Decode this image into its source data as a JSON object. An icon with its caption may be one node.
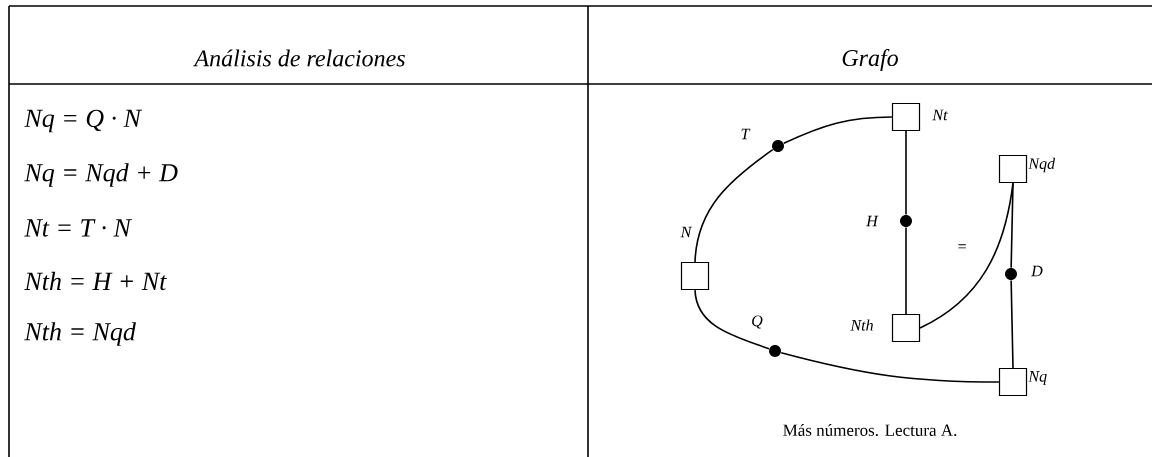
{
  "diagram": {
    "caption": "Más números. Lectura A.",
    "nodes": [
      {
        "text": [],
        "shape": "box",
        "beside": [
          "Nt"
        ]
      },
      {
        "text": [],
        "shape": "circle",
        "beside": [
          "T"
        ]
      },
      {
        "text": [],
        "shape": "box",
        "beside": [
          "Nqd"
        ]
      },
      {
        "text": [],
        "shape": "circle",
        "beside": [
          "H"
        ]
      },
      {
        "text": [],
        "shape": "box",
        "beside": [
          "N"
        ]
      },
      {
        "text": [],
        "shape": "circle",
        "beside": [
          "D"
        ]
      },
      {
        "text": [],
        "shape": "circle",
        "beside": [
          "Q"
        ]
      },
      {
        "text": [],
        "shape": "box",
        "beside": [
          "Nth"
        ]
      },
      {
        "text": [],
        "shape": "box",
        "beside": [
          "Nq"
        ]
      }
    ],
    "edges": [
      {
        "from": 4,
        "to": 1,
        "arrow": "none"
      },
      {
        "from": 1,
        "to": 0,
        "arrow": "none"
      },
      {
        "from": 0,
        "to": 3,
        "arrow": "none"
      },
      {
        "from": 3,
        "to": 7,
        "arrow": "none"
      },
      {
        "from": 4,
        "to": 6,
        "arrow": "none"
      },
      {
        "from": 6,
        "to": 8,
        "arrow": "none"
      },
      {
        "from": 2,
        "to": 5,
        "arrow": "none"
      },
      {
        "from": 5,
        "to": 8,
        "arrow": "none"
      },
      {
        "from": 7,
        "to": 2,
        "arrow": "none",
        "label": "="
      }
    ],
    "labels": [
      "Análisis de relaciones",
      "Grafo",
      "Nq = Q · N",
      "Nq = Nqd + D",
      "Nt = T · N",
      "Nth = H + Nt",
      "Nth = Nqd"
    ]
  }
}
